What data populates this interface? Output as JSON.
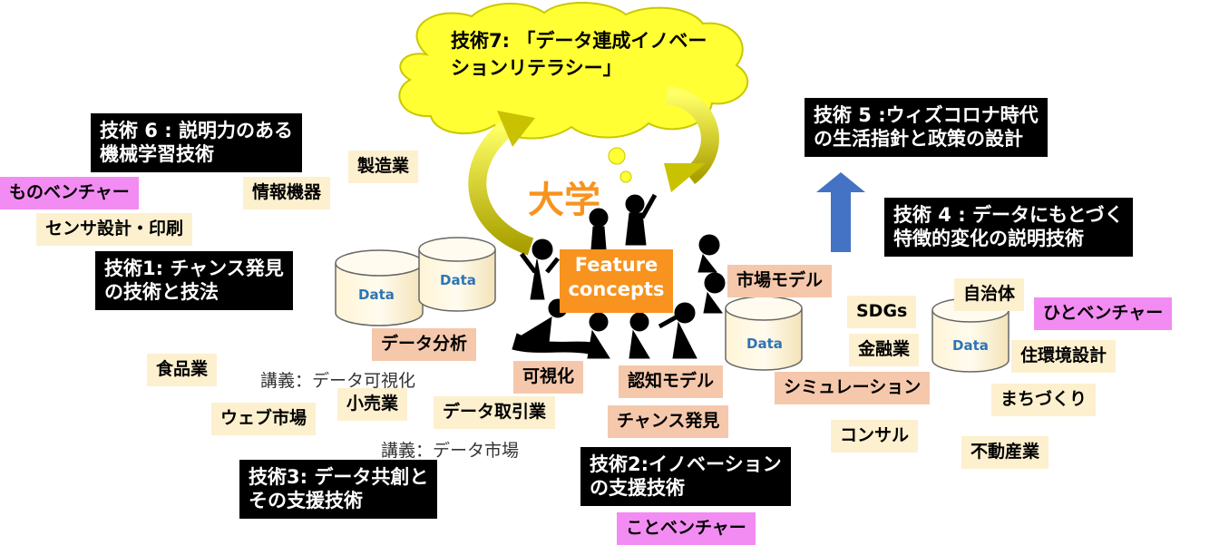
{
  "cloud": {
    "line1": "技術7: 「データ連成イノベー",
    "line2": "ションリテラシー」"
  },
  "center": {
    "daigaku": "大学",
    "feature_line1": "Feature",
    "feature_line2": "concepts"
  },
  "techniques": {
    "t6_line1": "技術 6 : 説明力のある",
    "t6_line2": "機械学習技術",
    "t5_line1": "技術 5 :ウィズコロナ時代",
    "t5_line2": "の生活指針と政策の設計",
    "t4_line1": "技術 4 : データにもとづく",
    "t4_line2": "特徴的変化の説明技術",
    "t1_line1": "技術1: チャンス発見",
    "t1_line2": "の技術と技法",
    "t3_line1": "技術3: データ共創と",
    "t3_line2": "その支援技術",
    "t2_line1": "技術2:イノベーション",
    "t2_line2": "の支援技術"
  },
  "industries": {
    "manufacturing": "製造業",
    "info_devices": "情報機器",
    "sensor": "センサ設計・印刷",
    "food": "食品業",
    "retail": "小売業",
    "web_market": "ウェブ市場",
    "local_gov": "自治体",
    "sdgs": "SDGs",
    "finance": "金融業",
    "housing": "住環境設計",
    "machizukuri": "まちづくり",
    "consul": "コンサル",
    "real_estate": "不動産業"
  },
  "ventures": {
    "mono": "ものベンチャー",
    "hito": "ひとベンチャー",
    "koto": "ことベンチャー"
  },
  "methods": {
    "market_model": "市場モデル",
    "data_analysis": "データ分析",
    "visualization": "可視化",
    "cognitive_model": "認知モデル",
    "simulation": "シミュレーション",
    "data_trading": "データ取引業",
    "chance_discovery": "チャンス発見"
  },
  "lectures": {
    "viz": "講義：データ可視化",
    "market": "講義：データ市場"
  },
  "cylinder_label": "Data",
  "colors": {
    "black": "#000000",
    "beige": "#fdf0cf",
    "salmon": "#f5c8ac",
    "pink": "#f38cf2",
    "orange": "#f7931e",
    "cloud": "#ffff33",
    "arrow_blue": "#4472c4",
    "data_text": "#2e74b5"
  }
}
